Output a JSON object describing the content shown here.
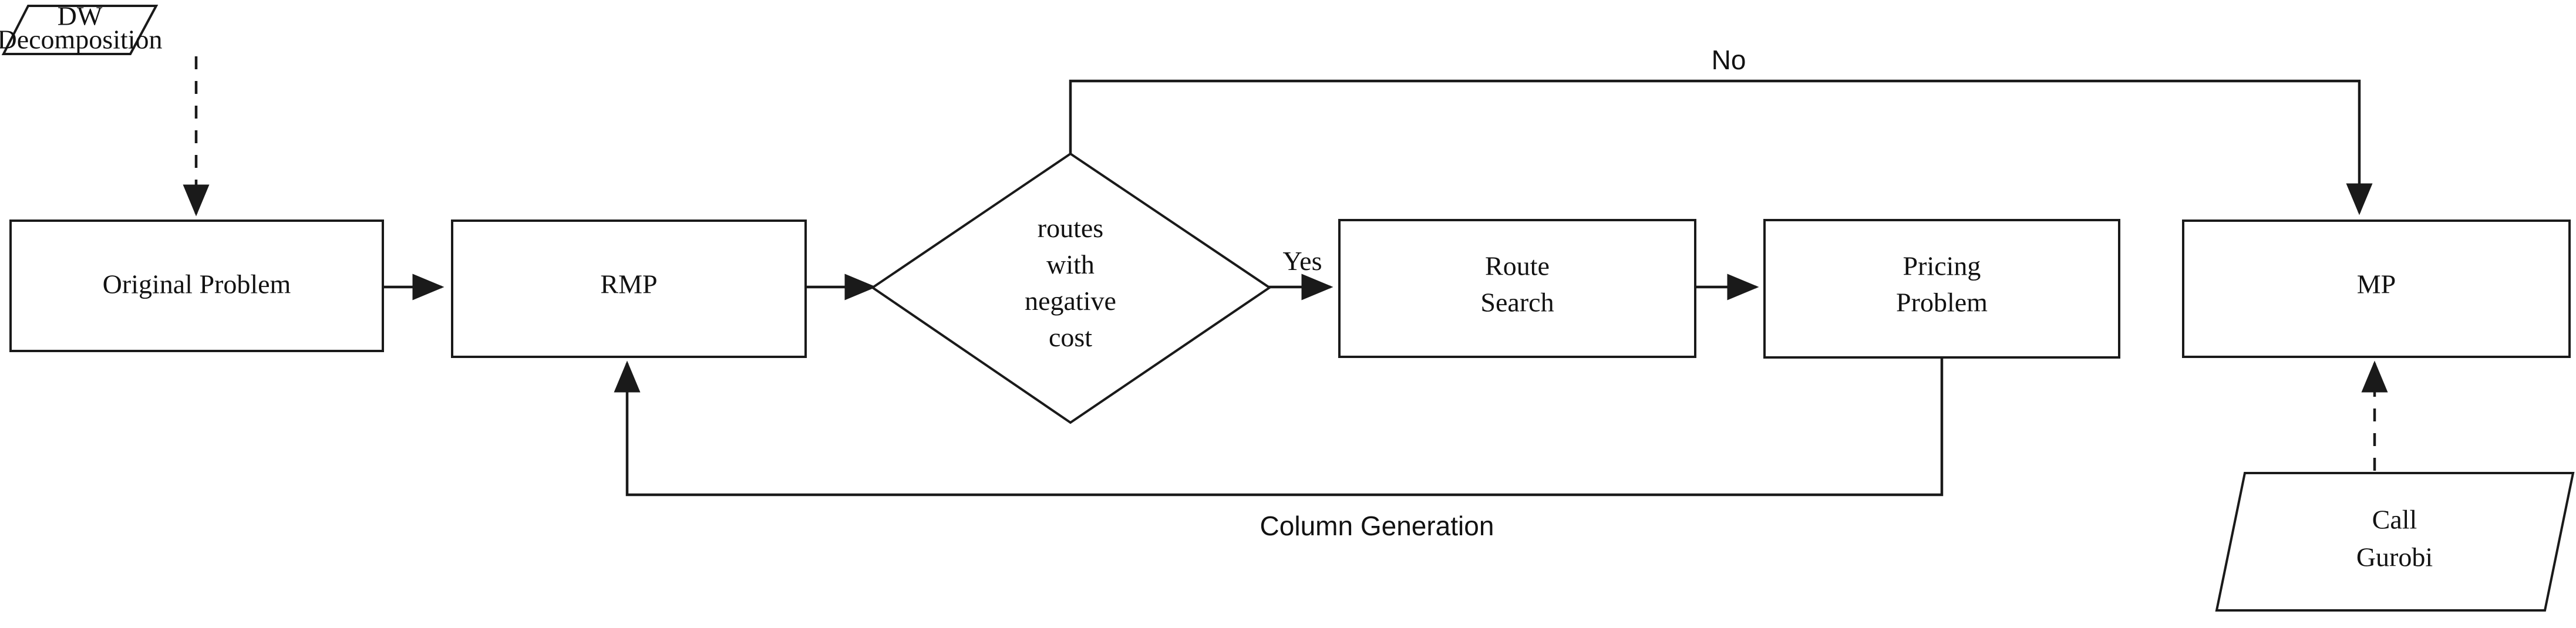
{
  "diagram": {
    "title": "Dantzig-Wolfe column generation flowchart",
    "background_color": "#ffffff",
    "line_color": "#1a1a1a",
    "text_color": "#121212",
    "nodes": {
      "dw_decomposition": {
        "label_line1": "DW",
        "label_line2": "Decomposition",
        "shape": "parallelogram"
      },
      "original_problem": {
        "label": "Original Problem",
        "shape": "rectangle"
      },
      "rmp": {
        "label": "RMP",
        "shape": "rectangle"
      },
      "decision": {
        "label_line1": "routes",
        "label_line2": "with",
        "label_line3": "negative",
        "label_line4": "cost",
        "shape": "diamond"
      },
      "route_search": {
        "label_line1": "Route",
        "label_line2": "Search",
        "shape": "rectangle"
      },
      "pricing_problem": {
        "label_line1": "Pricing",
        "label_line2": "Problem",
        "shape": "rectangle"
      },
      "mp": {
        "label": "MP",
        "shape": "rectangle"
      },
      "call_gurobi": {
        "label_line1": "Call",
        "label_line2": "Gurobi",
        "shape": "parallelogram"
      }
    },
    "edge_labels": {
      "yes": "Yes",
      "no": "No",
      "column_generation": "Column Generation"
    }
  }
}
